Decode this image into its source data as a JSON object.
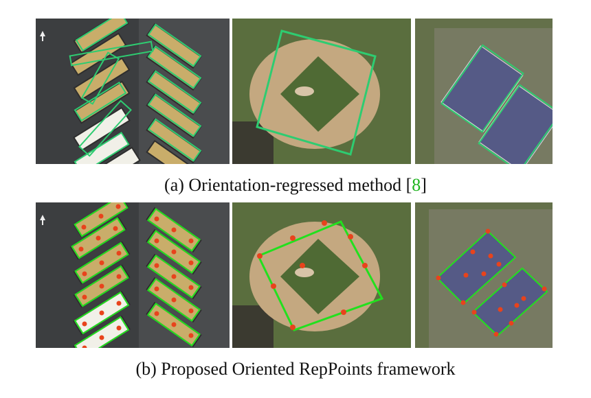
{
  "figure": {
    "caption_a": {
      "text": "(a) Orientation-regressed method [",
      "ref": "8",
      "close": "]"
    },
    "caption_b": {
      "text": "(b) Proposed Oriented RepPoints framework"
    }
  },
  "colors": {
    "box_stroke_a": "#2ecc71",
    "box_stroke_b": "#22e01e",
    "point": "#e8431c",
    "ref_link": "#1db41d"
  }
}
